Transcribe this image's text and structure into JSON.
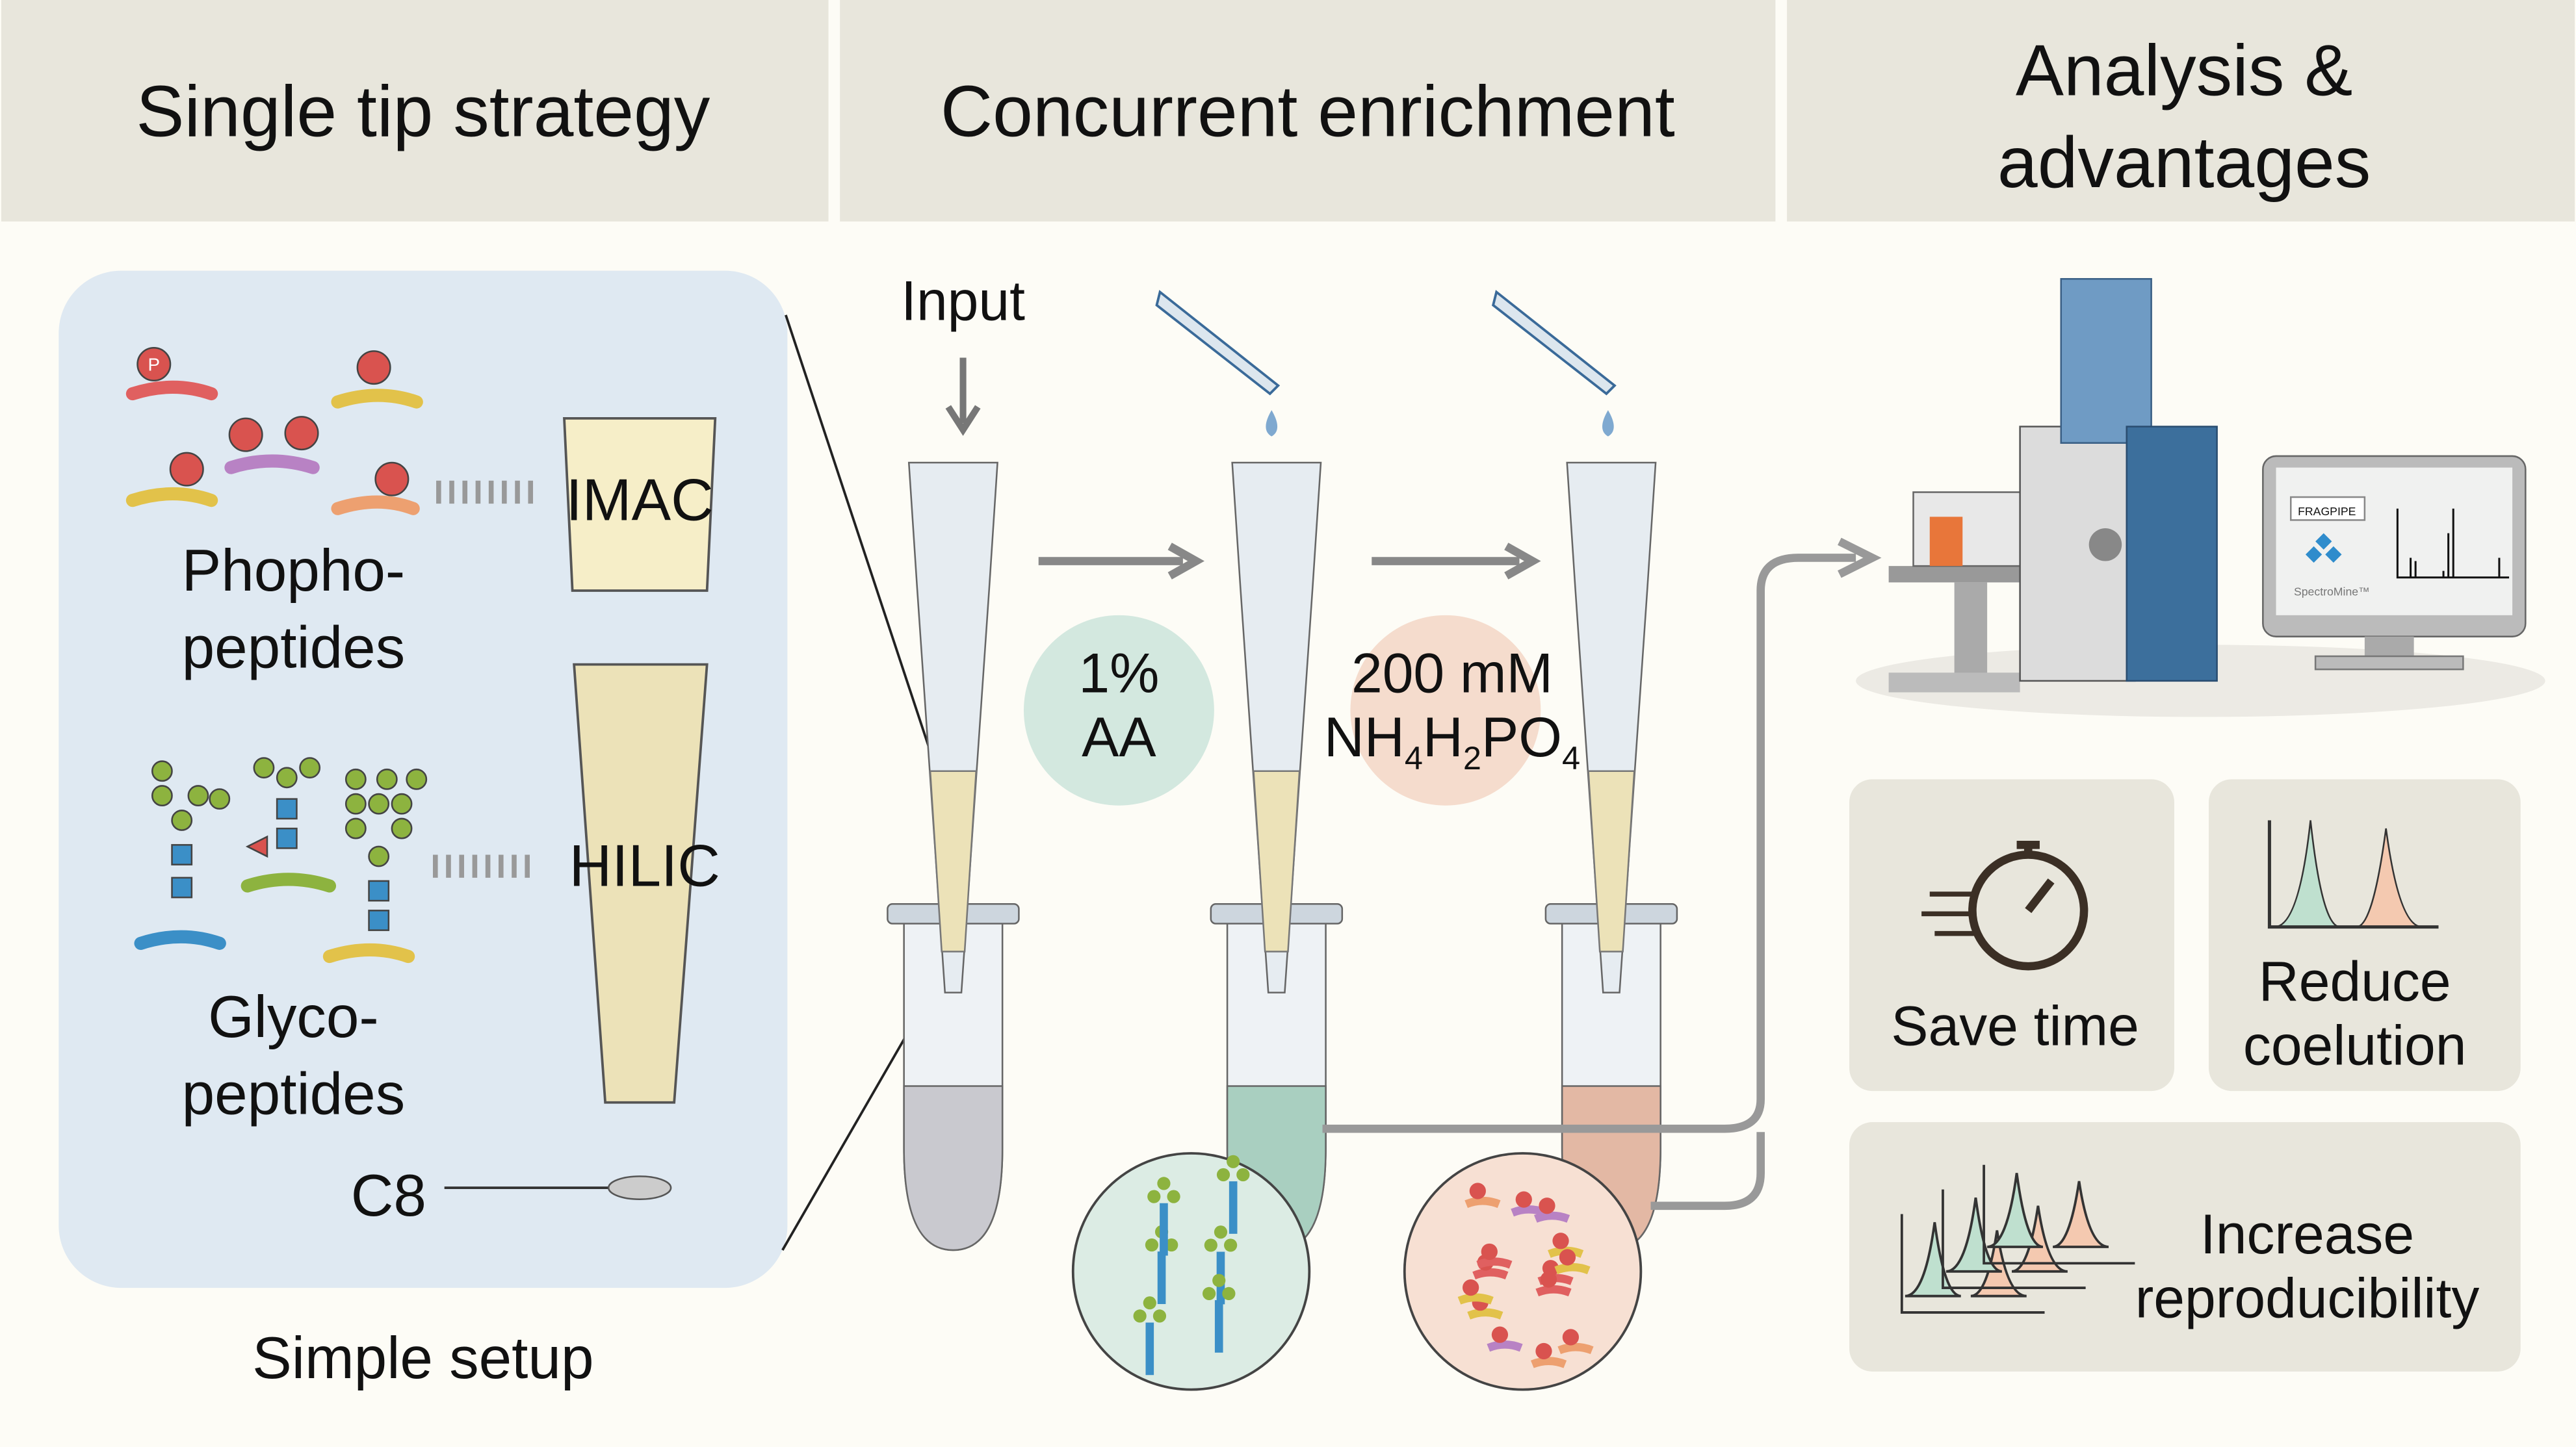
{
  "headers": {
    "single_tip": "Single tip strategy",
    "concurrent": "Concurrent enrichment",
    "analysis_line1": "Analysis &",
    "analysis_line2": "advantages"
  },
  "setup": {
    "phospho_line1": "Phopho-",
    "phospho_line2": "peptides",
    "glyco_line1": "Glyco-",
    "glyco_line2": "peptides",
    "imac": "IMAC",
    "hilic": "HILIC",
    "c8": "C8",
    "caption": "Simple setup",
    "phospho_marker": "P"
  },
  "enrichment": {
    "input": "Input",
    "step1_line1": "1%",
    "step1_line2": "AA",
    "step2_line1": "200 mM",
    "step2_formula": [
      "NH",
      "4",
      "H",
      "2",
      "PO",
      "4"
    ]
  },
  "software": {
    "fragpipe": "FRAGPIPE",
    "spectromine": "SpectroMine™"
  },
  "advantages": [
    {
      "label_lines": [
        "Save time"
      ],
      "icon": "stopwatch-icon"
    },
    {
      "label_lines": [
        "Reduce",
        "coelution"
      ],
      "icon": "chromatogram-peaks-icon"
    },
    {
      "label_lines": [
        "Increase",
        "reproducibility"
      ],
      "icon": "stacked-chromatograms-icon"
    }
  ],
  "colors": {
    "header_bg": "#e8e6dc",
    "page_bg": "#fdfcf6",
    "setup_panel": "#dfe9f2",
    "advantage_box": "#e8e6dc",
    "aa_circle": "#d3e8df",
    "phosphate_circle": "#f5dccd",
    "phospho_red": "#d9534f",
    "glycan_green": "#8db33f",
    "glcnac_blue": "#3b8fc7"
  }
}
